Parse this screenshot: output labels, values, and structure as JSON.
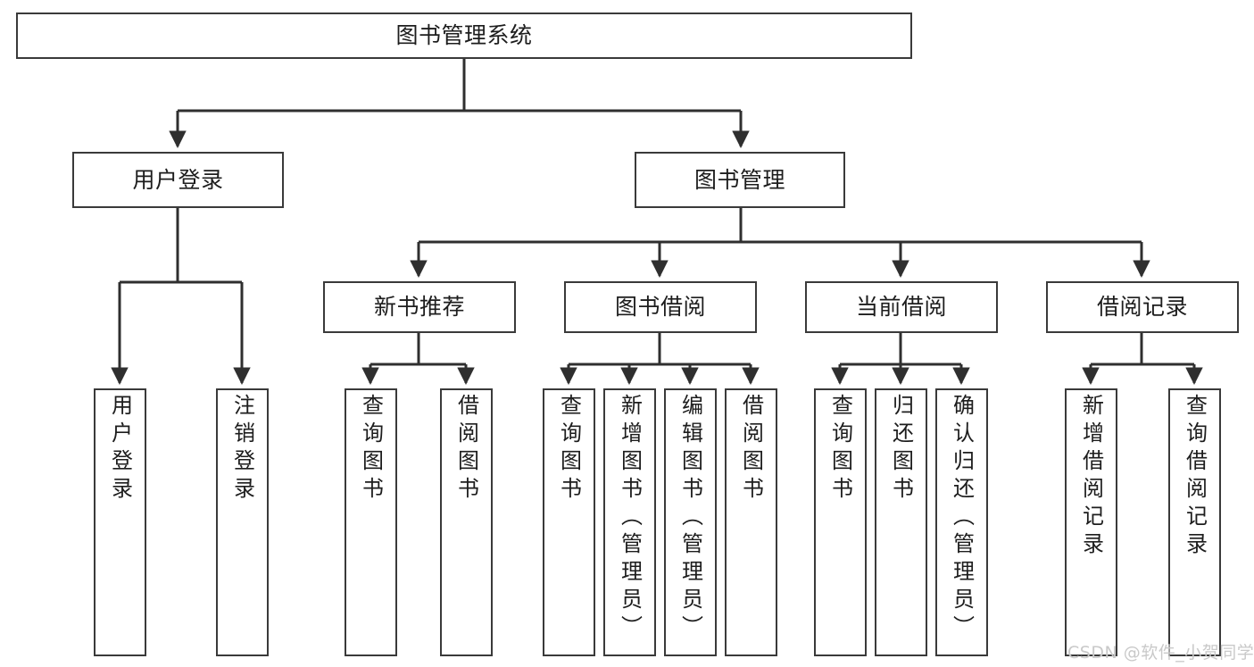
{
  "diagram": {
    "title": "图书管理系统",
    "type": "tree",
    "colors": {
      "box_border": "#3a3a3a",
      "box_fill": "#ffffff",
      "edge": "#2f2f2f",
      "text": "#1d1d1d",
      "watermark": "#c9c9c9",
      "background": "#ffffff"
    },
    "root": {
      "label": "图书管理系统"
    },
    "level2": [
      {
        "label": "用户登录"
      },
      {
        "label": "图书管理"
      }
    ],
    "level3": [
      {
        "label": "新书推荐"
      },
      {
        "label": "图书借阅"
      },
      {
        "label": "当前借阅"
      },
      {
        "label": "借阅记录"
      }
    ],
    "leaves": {
      "user_login": [
        {
          "label": "用户登录"
        },
        {
          "label": "注销登录"
        }
      ],
      "new_book_recommend": [
        {
          "label": "查询图书"
        },
        {
          "label": "借阅图书"
        }
      ],
      "book_borrow": [
        {
          "label": "查询图书"
        },
        {
          "label": "新增图书（管理员）"
        },
        {
          "label": "编辑图书（管理员）"
        },
        {
          "label": "借阅图书"
        }
      ],
      "current_borrow": [
        {
          "label": "查询图书"
        },
        {
          "label": "归还图书"
        },
        {
          "label": "确认归还（管理员）"
        }
      ],
      "borrow_record": [
        {
          "label": "新增借阅记录"
        },
        {
          "label": "查询借阅记录"
        }
      ]
    },
    "watermark": "CSDN @软件_小贺同学"
  }
}
